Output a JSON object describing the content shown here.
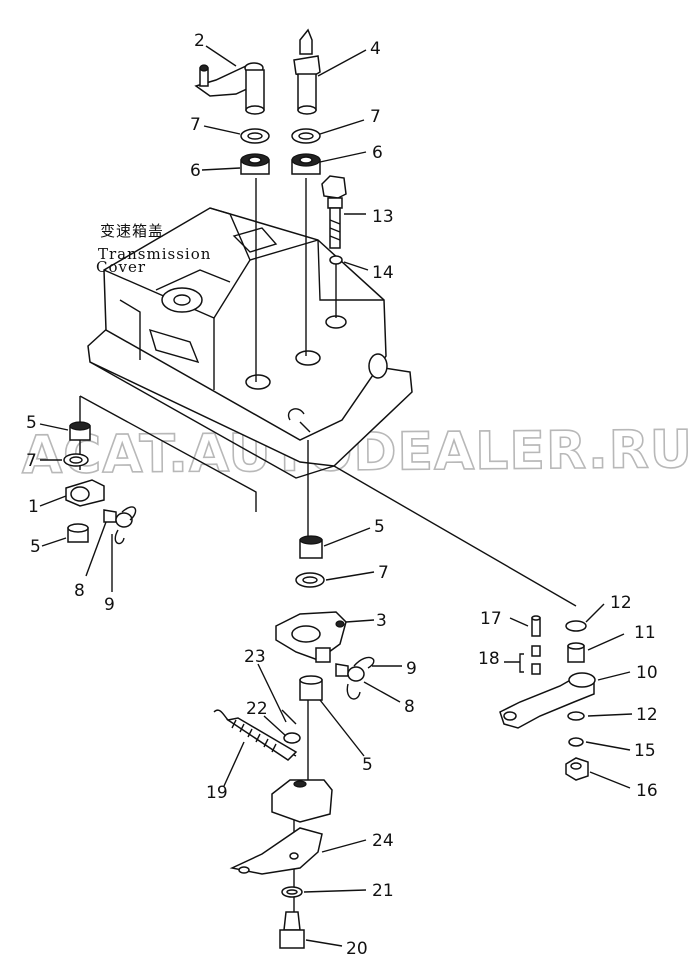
{
  "watermark": "ACAT.AUTODEALER.RU",
  "cover_label": {
    "zh": "变速箱盖",
    "en_line1": "Transmission",
    "en_line2": "Cover"
  },
  "callouts": [
    {
      "id": "c2",
      "text": "2"
    },
    {
      "id": "c4",
      "text": "4"
    },
    {
      "id": "c7a",
      "text": "7"
    },
    {
      "id": "c7b",
      "text": "7"
    },
    {
      "id": "c6a",
      "text": "6"
    },
    {
      "id": "c6b",
      "text": "6"
    },
    {
      "id": "c13",
      "text": "13"
    },
    {
      "id": "c14",
      "text": "14"
    },
    {
      "id": "c5a",
      "text": "5"
    },
    {
      "id": "c7c",
      "text": "7"
    },
    {
      "id": "c1",
      "text": "1"
    },
    {
      "id": "c5b",
      "text": "5"
    },
    {
      "id": "c8a",
      "text": "8"
    },
    {
      "id": "c9a",
      "text": "9"
    },
    {
      "id": "c5c",
      "text": "5"
    },
    {
      "id": "c7d",
      "text": "7"
    },
    {
      "id": "c3",
      "text": "3"
    },
    {
      "id": "c23",
      "text": "23"
    },
    {
      "id": "c9b",
      "text": "9"
    },
    {
      "id": "c8b",
      "text": "8"
    },
    {
      "id": "c22",
      "text": "22"
    },
    {
      "id": "c5d",
      "text": "5"
    },
    {
      "id": "c19",
      "text": "19"
    },
    {
      "id": "c24",
      "text": "24"
    },
    {
      "id": "c21",
      "text": "21"
    },
    {
      "id": "c20",
      "text": "20"
    },
    {
      "id": "c12a",
      "text": "12"
    },
    {
      "id": "c17",
      "text": "17"
    },
    {
      "id": "c11",
      "text": "11"
    },
    {
      "id": "c18",
      "text": "18"
    },
    {
      "id": "c10",
      "text": "10"
    },
    {
      "id": "c12b",
      "text": "12"
    },
    {
      "id": "c15",
      "text": "15"
    },
    {
      "id": "c16",
      "text": "16"
    }
  ]
}
